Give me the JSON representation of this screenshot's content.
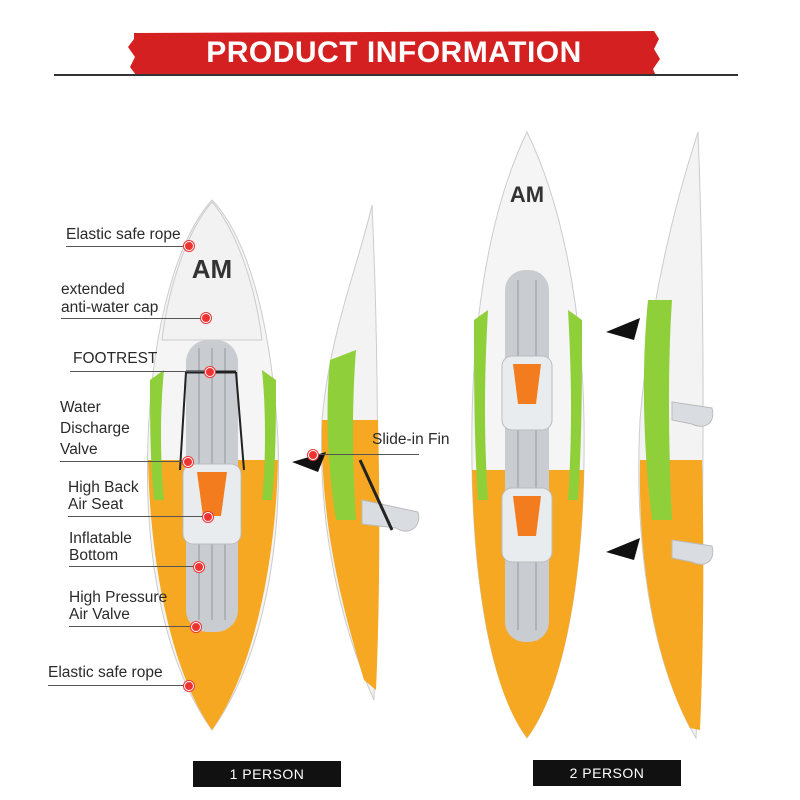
{
  "header": {
    "title": "PRODUCT INFORMATION"
  },
  "labels": {
    "elastic_rope_top": "Elastic safe rope",
    "anti_water_cap_1": "extended",
    "anti_water_cap_2": "anti-water cap",
    "footrest": "FOOTREST",
    "water_valve_1": "Water",
    "water_valve_2": "Discharge",
    "water_valve_3": "Valve",
    "high_back_1": "High Back",
    "high_back_2": "Air Seat",
    "inflatable_1": "Inflatable",
    "inflatable_2": "Bottom",
    "pressure_1": "High Pressure",
    "pressure_2": "Air Valve",
    "elastic_rope_bottom": "Elastic safe rope",
    "slide_in_fin": "Slide-in Fin"
  },
  "tags": {
    "one_person": "1 PERSON",
    "two_person": "2 PERSON"
  },
  "colors": {
    "banner_red": "#d42020",
    "kayak_orange": "#f7a823",
    "kayak_green": "#8fcf3a",
    "hull_gray": "#c9cdd2"
  }
}
